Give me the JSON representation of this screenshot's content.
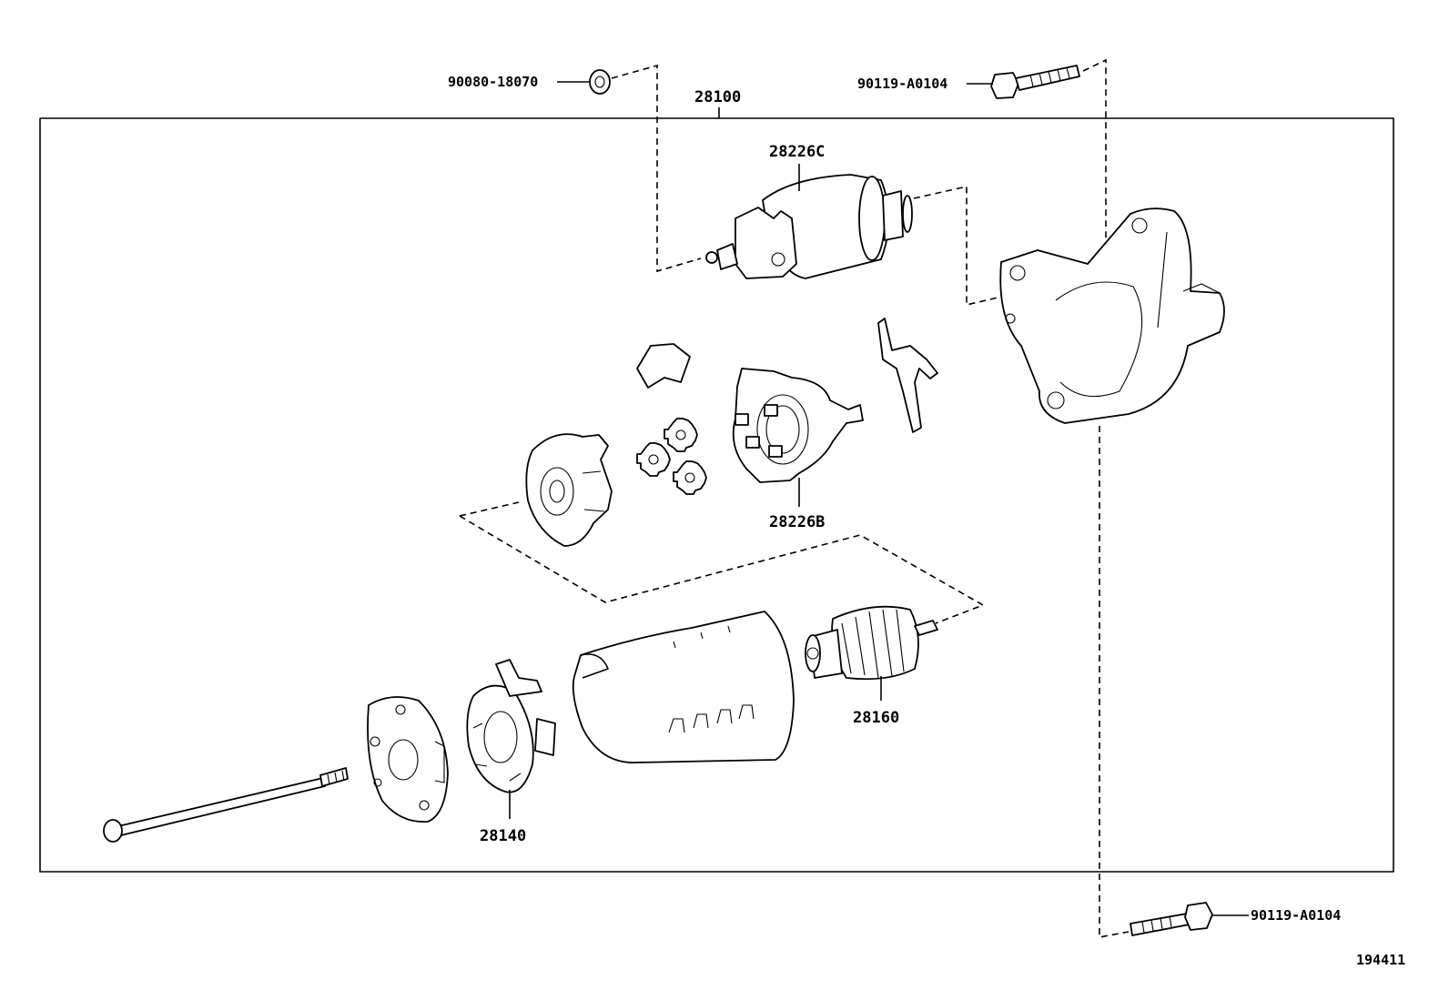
{
  "labels": {
    "assembly": "28100",
    "nut_top": "90080-18070",
    "bolt_top": "90119-A0104",
    "bolt_bottom": "90119-A0104",
    "solenoid": "28226C",
    "planetary_carrier": "28226B",
    "armature": "28160",
    "brush_holder": "28140",
    "figure_number": "194411"
  },
  "icons": [
    "nut-icon",
    "bolt-icon",
    "solenoid-switch-icon",
    "drive-housing-icon",
    "lever-icon",
    "pinion-cover-icon",
    "planetary-gear-icon",
    "clutch-assembly-icon",
    "internal-gear-icon",
    "yoke-icon",
    "armature-icon",
    "brush-holder-icon",
    "end-frame-icon",
    "through-bolt-icon"
  ]
}
